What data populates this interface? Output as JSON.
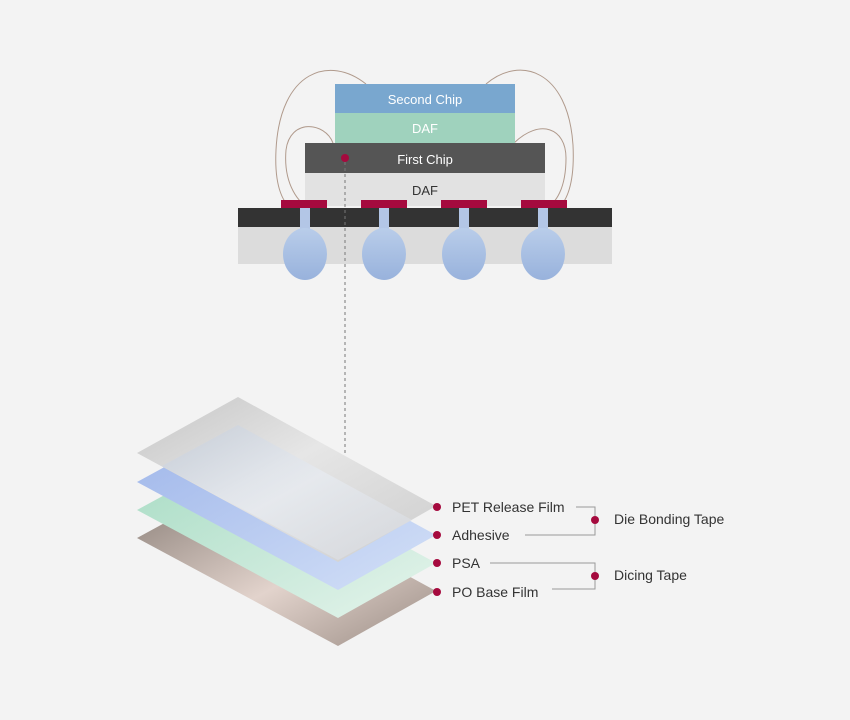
{
  "chip_stack": {
    "layers": {
      "second_chip": "Second Chip",
      "daf_upper": "DAF",
      "first_chip": "First Chip",
      "daf_lower": "DAF"
    }
  },
  "film_stack": {
    "layers": {
      "pet_release_film": "PET Release Film",
      "adhesive": "Adhesive",
      "psa": "PSA",
      "po_base_film": "PO Base Film"
    },
    "groups": {
      "die_bonding_tape": "Die Bonding Tape",
      "dicing_tape": "Dicing Tape"
    }
  },
  "colors": {
    "second_chip": "#79a7cf",
    "daf_upper": "#9fd2bd",
    "first_chip": "#555555",
    "daf_lower": "#e2e2e2",
    "substrate_top": "#333333",
    "substrate_bottom": "#dcdcdc",
    "pad": "#a50a3e",
    "marker": "#a50a3e",
    "bump": "#a7bfe3",
    "wire": "#b09a8c"
  }
}
